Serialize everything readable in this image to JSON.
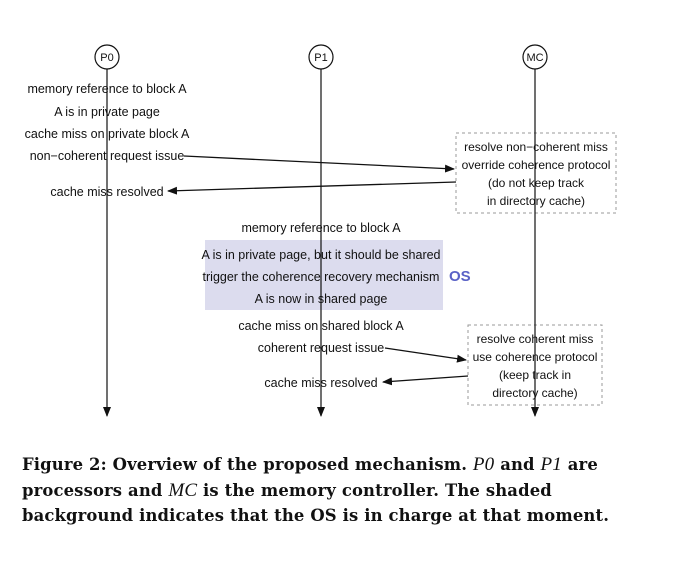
{
  "nodes": {
    "p0": "P0",
    "p1": "P1",
    "mc": "MC"
  },
  "p0_events": {
    "mem_ref": "memory reference to block A",
    "private_page": "A is in private page",
    "cache_miss": "cache miss on private block A",
    "request": "non−coherent request issue",
    "resolved": "cache miss resolved"
  },
  "mc_noncoherent": {
    "line1": "resolve non−coherent miss",
    "line2": "override coherence protocol",
    "line3": "(do not keep track",
    "line4": "in directory cache)"
  },
  "p1_events": {
    "mem_ref": "memory reference to block A",
    "shared_note": "A is in private page, but it should be shared",
    "trigger": "trigger the coherence recovery mechanism",
    "now_shared": "A is now in shared page",
    "cache_miss": "cache miss on shared block A",
    "request": "coherent request issue",
    "resolved": "cache miss resolved"
  },
  "os_label": "OS",
  "mc_coherent": {
    "line1": "resolve coherent miss",
    "line2": "use coherence protocol",
    "line3": "(keep track in",
    "line4": "directory cache)"
  },
  "caption": {
    "lead": "Figure 2: Overview of the proposed mechanism.",
    "p0": "P0",
    "and1": "and",
    "p1": "P1",
    "mid": "are processors and",
    "mc": "MC",
    "rest": "is the memory controller. The shaded background indicates that the OS is in charge at that moment."
  },
  "colors": {
    "os_shade": "#dcdcee",
    "os_text": "#5a62c6",
    "box_border": "#9a9a9a"
  }
}
